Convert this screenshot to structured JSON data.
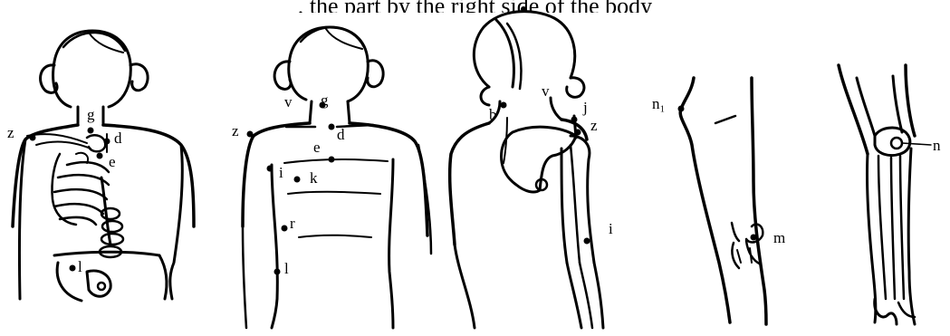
{
  "caption": ", the part by the right side of the body",
  "figures": [
    {
      "name": "front-torso-with-skeleton",
      "labels": [
        "g",
        "z",
        "d",
        "e",
        "l"
      ]
    },
    {
      "name": "front-torso",
      "labels": [
        "v",
        "g",
        "z",
        "d",
        "e",
        "i",
        "k",
        "r",
        "l"
      ]
    },
    {
      "name": "back-shoulder-arm",
      "labels": [
        "v",
        "b",
        "j",
        "z",
        "i"
      ]
    },
    {
      "name": "leg-side",
      "labels": [
        "n₁",
        "m"
      ]
    },
    {
      "name": "knee-skeleton",
      "labels": [
        "n"
      ]
    }
  ]
}
